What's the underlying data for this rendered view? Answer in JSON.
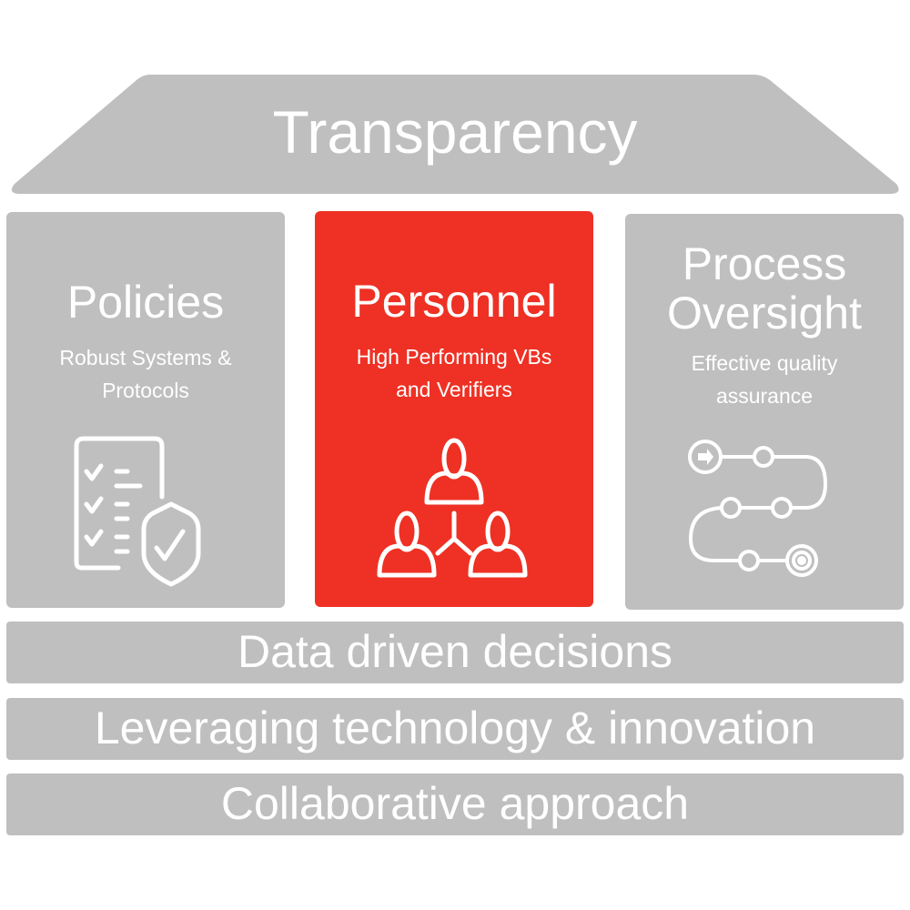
{
  "roof": {
    "title": "Transparency"
  },
  "pillars": [
    {
      "title": "Policies",
      "subtitle_line1": "Robust Systems &",
      "subtitle_line2": "Protocols",
      "icon": "checklist-shield-icon"
    },
    {
      "title": "Personnel",
      "subtitle_line1": "High Performing VBs",
      "subtitle_line2": "and Verifiers",
      "icon": "team-network-icon"
    },
    {
      "title_line1": "Process",
      "title_line2": "Oversight",
      "subtitle_line1": "Effective quality",
      "subtitle_line2": "assurance",
      "icon": "process-path-icon"
    }
  ],
  "foundation": [
    "Data driven decisions",
    "Leveraging technology & innovation",
    "Collaborative approach"
  ],
  "colors": {
    "gray": "#bfbfbf",
    "accent": "#ee3124"
  }
}
